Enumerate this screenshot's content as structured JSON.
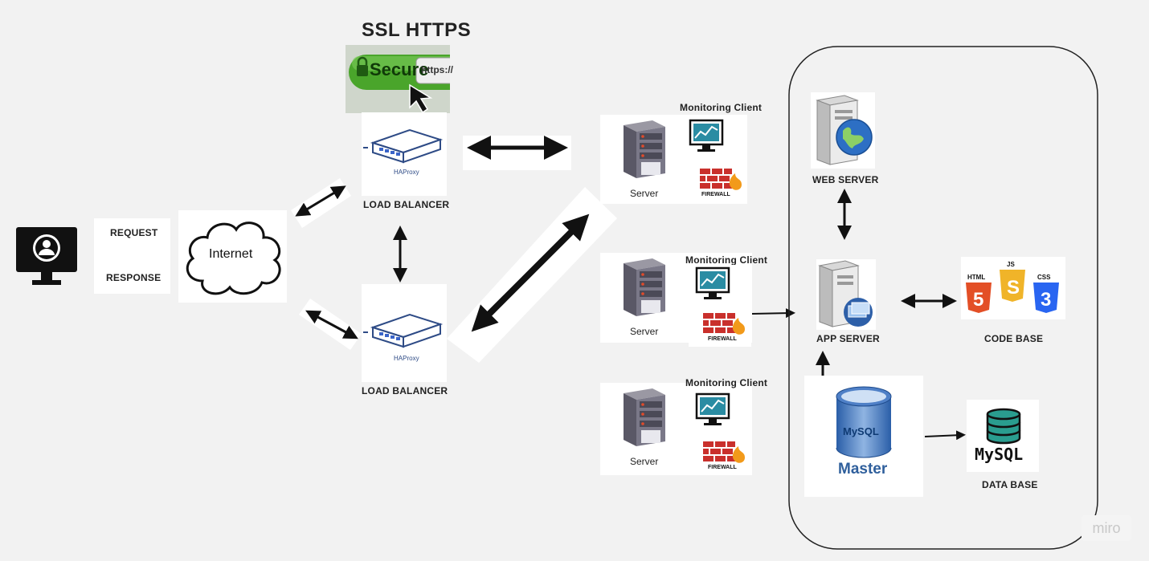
{
  "ssl": {
    "title": "SSL HTTPS",
    "badge_secure": "Secure",
    "badge_url": "https://"
  },
  "client": {
    "request": "REQUEST",
    "response": "RESPONSE"
  },
  "internet": {
    "label": "Internet"
  },
  "load_balancers": [
    {
      "label": "LOAD BALANCER",
      "brand": "HAProxy"
    },
    {
      "label": "LOAD BALANCER",
      "brand": "HAProxy"
    }
  ],
  "servers": [
    {
      "label": "Server",
      "monitor": "Monitoring Client",
      "firewall": "FIREWALL"
    },
    {
      "label": "Server",
      "monitor": "Monitoring Client",
      "firewall": "FIREWALL"
    },
    {
      "label": "Server",
      "monitor": "Monitoring Client",
      "firewall": "FIREWALL"
    }
  ],
  "web_server": {
    "label": "WEB SERVER"
  },
  "app_server": {
    "label": "APP SERVER"
  },
  "code_base": {
    "label": "CODE BASE",
    "html": "HTML",
    "js": "JS",
    "css": "CSS"
  },
  "master": {
    "label": "Master",
    "db_logo": "MySQL"
  },
  "database": {
    "label": "DATA BASE",
    "logo": "MySQL"
  },
  "watermark": "miro"
}
